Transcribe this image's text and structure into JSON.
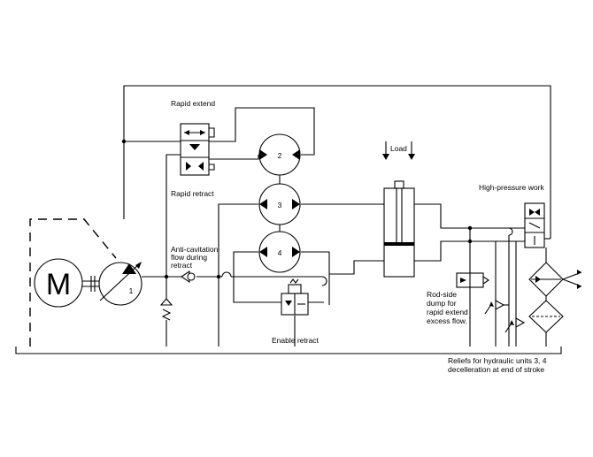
{
  "labels": {
    "rapid_extend": "Rapid extend",
    "rapid_retract": "Rapid retract",
    "load": "Load",
    "high_pressure_work": "High-pressure work",
    "anti_cavitation": [
      "Anti-cavitation",
      "flow during",
      "retract"
    ],
    "enable_retract": "Enable retract",
    "rod_side_dump": [
      "Rod-side",
      "dump for",
      "rapid extend",
      "excess flow."
    ],
    "reliefs": [
      "Reliefs for hydraulic units 3, 4",
      "decelleration at end of stroke"
    ]
  },
  "components": {
    "motor_letter": "M",
    "pump_number": "1",
    "motor_units": [
      "2",
      "3",
      "4"
    ]
  }
}
